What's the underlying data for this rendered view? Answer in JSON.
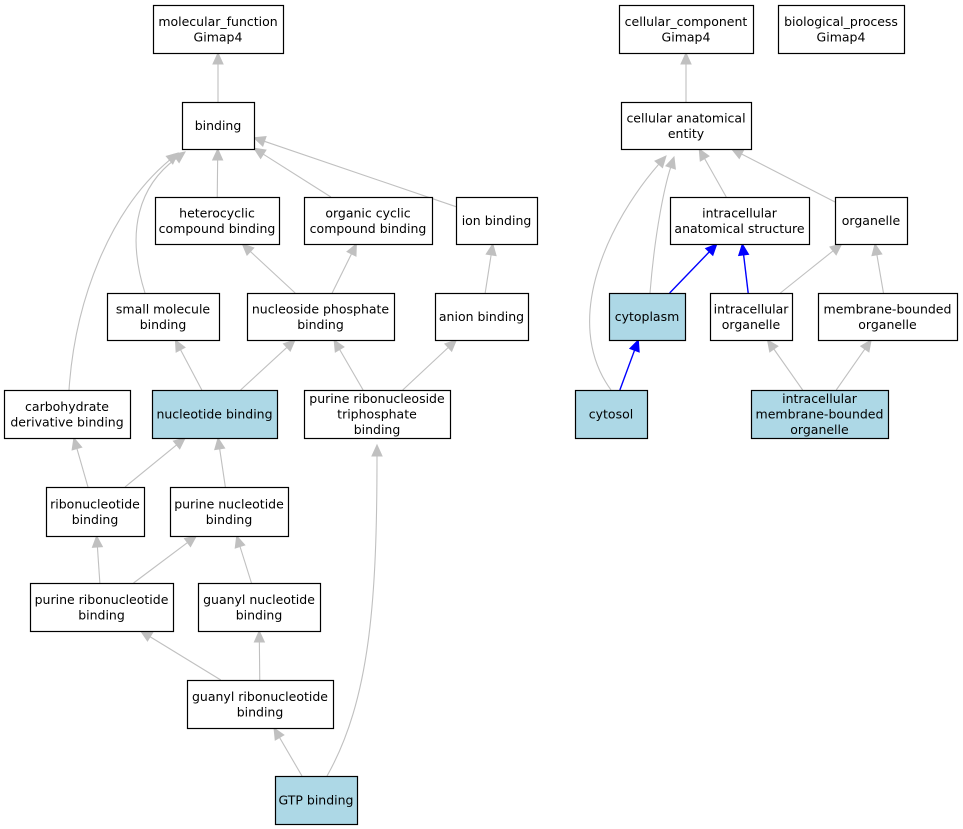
{
  "colors": {
    "node_fill": "#ffffff",
    "highlight_fill": "#add8e6",
    "node_stroke": "#000000",
    "edge_gray": "#c0c0c0",
    "edge_blue": "#0000ff"
  },
  "nodes": [
    {
      "id": "mf",
      "lines": [
        "molecular_function",
        "Gimap4"
      ],
      "highlight": false
    },
    {
      "id": "binding",
      "lines": [
        "binding"
      ],
      "highlight": false
    },
    {
      "id": "heterocyclic",
      "lines": [
        "heterocyclic",
        "compound binding"
      ],
      "highlight": false
    },
    {
      "id": "organic_cyclic",
      "lines": [
        "organic cyclic",
        "compound binding"
      ],
      "highlight": false
    },
    {
      "id": "ion_binding",
      "lines": [
        "ion binding"
      ],
      "highlight": false
    },
    {
      "id": "small_molecule",
      "lines": [
        "small molecule",
        "binding"
      ],
      "highlight": false
    },
    {
      "id": "nucleoside_phosphate",
      "lines": [
        "nucleoside phosphate",
        "binding"
      ],
      "highlight": false
    },
    {
      "id": "anion_binding",
      "lines": [
        "anion binding"
      ],
      "highlight": false
    },
    {
      "id": "carbohydrate",
      "lines": [
        "carbohydrate",
        "derivative binding"
      ],
      "highlight": false
    },
    {
      "id": "nucleotide_binding",
      "lines": [
        "nucleotide binding"
      ],
      "highlight": true
    },
    {
      "id": "purine_ribonucleoside_tp",
      "lines": [
        "purine ribonucleoside",
        "triphosphate",
        "binding"
      ],
      "highlight": false
    },
    {
      "id": "ribonucleotide",
      "lines": [
        "ribonucleotide",
        "binding"
      ],
      "highlight": false
    },
    {
      "id": "purine_nucleotide",
      "lines": [
        "purine nucleotide",
        "binding"
      ],
      "highlight": false
    },
    {
      "id": "purine_ribonucleotide",
      "lines": [
        "purine ribonucleotide",
        "binding"
      ],
      "highlight": false
    },
    {
      "id": "guanyl_nucleotide",
      "lines": [
        "guanyl nucleotide",
        "binding"
      ],
      "highlight": false
    },
    {
      "id": "guanyl_ribonucleotide",
      "lines": [
        "guanyl ribonucleotide",
        "binding"
      ],
      "highlight": false
    },
    {
      "id": "gtp_binding",
      "lines": [
        "GTP binding"
      ],
      "highlight": true
    },
    {
      "id": "cc",
      "lines": [
        "cellular_component",
        "Gimap4"
      ],
      "highlight": false
    },
    {
      "id": "bp",
      "lines": [
        "biological_process",
        "Gimap4"
      ],
      "highlight": false
    },
    {
      "id": "cae",
      "lines": [
        "cellular anatomical",
        "entity"
      ],
      "highlight": false
    },
    {
      "id": "ias",
      "lines": [
        "intracellular",
        "anatomical structure"
      ],
      "highlight": false
    },
    {
      "id": "organelle",
      "lines": [
        "organelle"
      ],
      "highlight": false
    },
    {
      "id": "cytoplasm",
      "lines": [
        "cytoplasm"
      ],
      "highlight": true
    },
    {
      "id": "intracellular_organelle",
      "lines": [
        "intracellular",
        "organelle"
      ],
      "highlight": false
    },
    {
      "id": "membrane_bounded",
      "lines": [
        "membrane-bounded",
        "organelle"
      ],
      "highlight": false
    },
    {
      "id": "cytosol",
      "lines": [
        "cytosol"
      ],
      "highlight": true
    },
    {
      "id": "imbo",
      "lines": [
        "intracellular",
        "membrane-bounded",
        "organelle"
      ],
      "highlight": true
    }
  ],
  "edges": [
    {
      "from": "binding",
      "to": "mf",
      "color": "gray"
    },
    {
      "from": "heterocyclic",
      "to": "binding",
      "color": "gray"
    },
    {
      "from": "organic_cyclic",
      "to": "binding",
      "color": "gray"
    },
    {
      "from": "ion_binding",
      "to": "binding",
      "color": "gray"
    },
    {
      "from": "small_molecule",
      "to": "binding",
      "color": "gray"
    },
    {
      "from": "carbohydrate",
      "to": "binding",
      "color": "gray"
    },
    {
      "from": "nucleoside_phosphate",
      "to": "heterocyclic",
      "color": "gray"
    },
    {
      "from": "nucleoside_phosphate",
      "to": "organic_cyclic",
      "color": "gray"
    },
    {
      "from": "anion_binding",
      "to": "ion_binding",
      "color": "gray"
    },
    {
      "from": "nucleotide_binding",
      "to": "small_molecule",
      "color": "gray"
    },
    {
      "from": "nucleotide_binding",
      "to": "nucleoside_phosphate",
      "color": "gray"
    },
    {
      "from": "purine_ribonucleoside_tp",
      "to": "nucleoside_phosphate",
      "color": "gray"
    },
    {
      "from": "purine_ribonucleoside_tp",
      "to": "anion_binding",
      "color": "gray"
    },
    {
      "from": "ribonucleotide",
      "to": "carbohydrate",
      "color": "gray"
    },
    {
      "from": "ribonucleotide",
      "to": "nucleotide_binding",
      "color": "gray"
    },
    {
      "from": "purine_nucleotide",
      "to": "nucleotide_binding",
      "color": "gray"
    },
    {
      "from": "purine_ribonucleotide",
      "to": "ribonucleotide",
      "color": "gray"
    },
    {
      "from": "purine_ribonucleotide",
      "to": "purine_nucleotide",
      "color": "gray"
    },
    {
      "from": "guanyl_nucleotide",
      "to": "purine_nucleotide",
      "color": "gray"
    },
    {
      "from": "guanyl_ribonucleotide",
      "to": "purine_ribonucleotide",
      "color": "gray"
    },
    {
      "from": "guanyl_ribonucleotide",
      "to": "guanyl_nucleotide",
      "color": "gray"
    },
    {
      "from": "gtp_binding",
      "to": "guanyl_ribonucleotide",
      "color": "gray"
    },
    {
      "from": "gtp_binding",
      "to": "purine_ribonucleoside_tp",
      "color": "gray"
    },
    {
      "from": "cae",
      "to": "cc",
      "color": "gray"
    },
    {
      "from": "ias",
      "to": "cae",
      "color": "gray"
    },
    {
      "from": "organelle",
      "to": "cae",
      "color": "gray"
    },
    {
      "from": "cytoplasm",
      "to": "cae",
      "color": "gray"
    },
    {
      "from": "cytosol",
      "to": "cae",
      "color": "gray"
    },
    {
      "from": "cytoplasm",
      "to": "ias",
      "color": "blue"
    },
    {
      "from": "intracellular_organelle",
      "to": "ias",
      "color": "blue"
    },
    {
      "from": "intracellular_organelle",
      "to": "organelle",
      "color": "gray"
    },
    {
      "from": "membrane_bounded",
      "to": "organelle",
      "color": "gray"
    },
    {
      "from": "cytosol",
      "to": "cytoplasm",
      "color": "blue"
    },
    {
      "from": "imbo",
      "to": "intracellular_organelle",
      "color": "gray"
    },
    {
      "from": "imbo",
      "to": "membrane_bounded",
      "color": "gray"
    }
  ]
}
